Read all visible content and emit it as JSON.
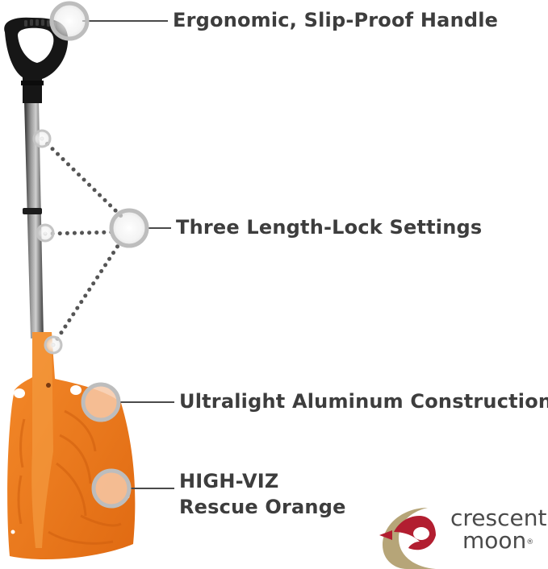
{
  "callouts": {
    "handle": "Ergonomic, Slip-Proof Handle",
    "lock": "Three Length-Lock Settings",
    "aluminum": "Ultralight Aluminum Construction",
    "viz_line1": "HIGH-VIZ",
    "viz_line2": "Rescue Orange"
  },
  "brand": {
    "line1": "crescent",
    "line2": "moon",
    "registered": "®"
  },
  "colors": {
    "blade_orange": "#ef7a1c",
    "handle_black": "#1a1a1a",
    "shaft_gray": "#6a6a6a",
    "text_gray": "#3d3d3d",
    "logo_gold": "#b6a578",
    "logo_red": "#b21e30"
  }
}
